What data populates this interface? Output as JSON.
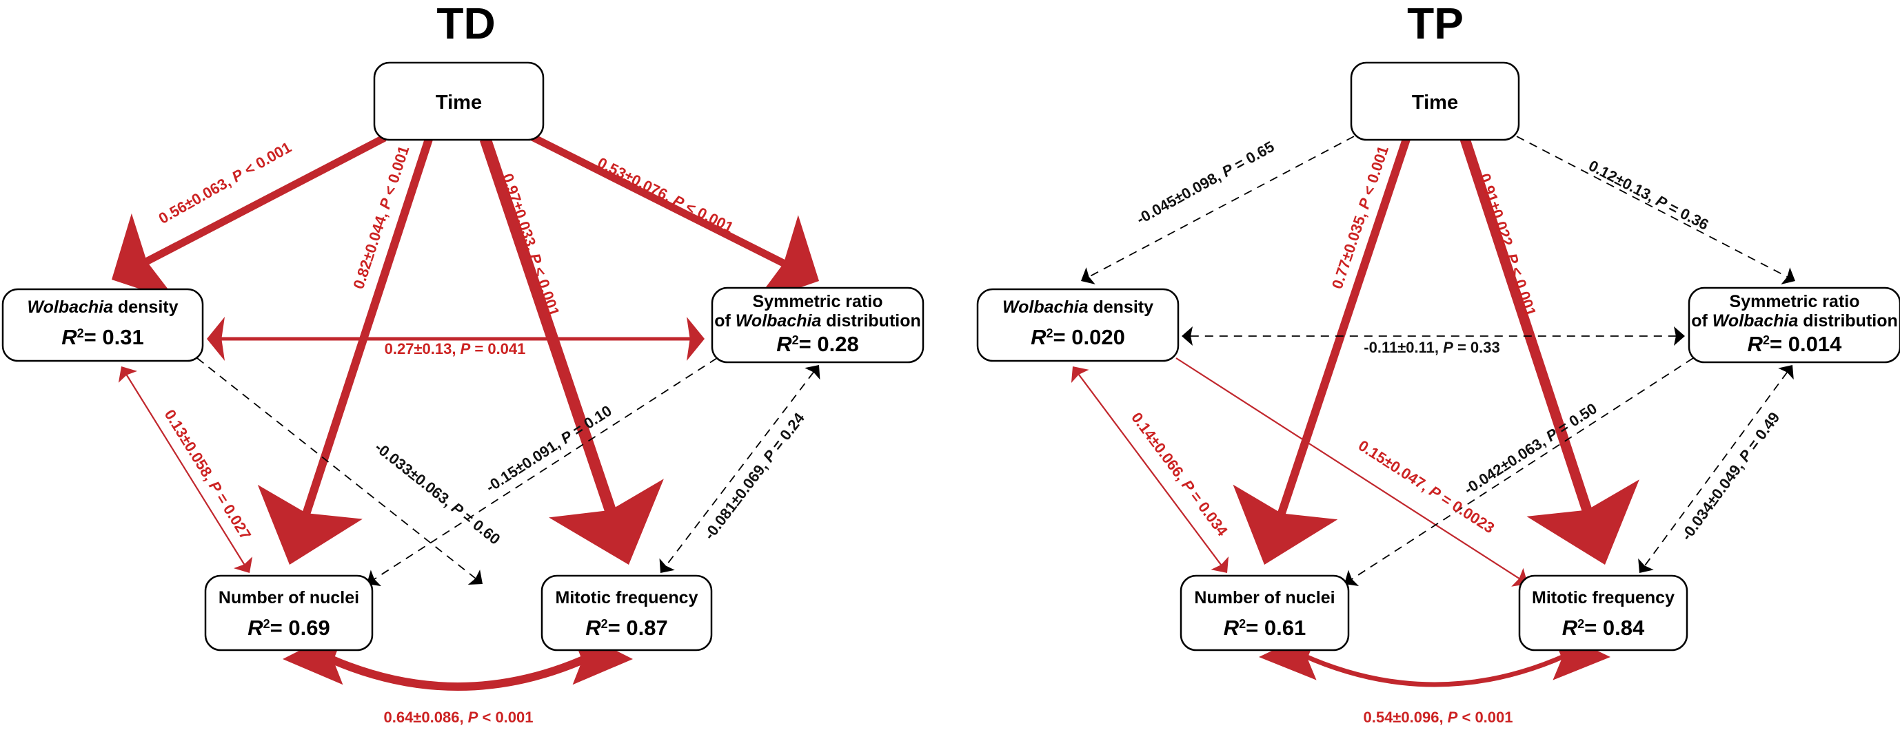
{
  "colors": {
    "significant_edge": "#c1272d",
    "significant_text": "#cc2222",
    "nonsignificant_edge": "#000000",
    "node_border": "#000000"
  },
  "panels": [
    {
      "title": "TD",
      "nodes": {
        "time": {
          "label": "Time"
        },
        "density": {
          "label_italic": "Wolbachia",
          "label_rest": " density",
          "r2": "0.31"
        },
        "symmetric": {
          "line1": "Symmetric ratio",
          "line2_pre": "of ",
          "line2_italic": "Wolbachia",
          "line2_post": " distribution",
          "r2": "0.28"
        },
        "nuclei": {
          "label": "Number of nuclei",
          "r2": "0.69"
        },
        "mitotic": {
          "label": "Mitotic frequency",
          "r2": "0.87"
        }
      },
      "edges": {
        "time_density": {
          "coef": "0.56±0.063",
          "p": "< 0.001",
          "significant": true
        },
        "time_nuclei": {
          "coef": "0.82±0.044",
          "p": "< 0.001",
          "significant": true
        },
        "time_mitotic": {
          "coef": "0.97±0.033",
          "p": "< 0.001",
          "significant": true
        },
        "time_symmetric": {
          "coef": "0.53±0.076",
          "p": "< 0.001",
          "significant": true
        },
        "density_symmetric": {
          "coef": "0.27±0.13",
          "p": "= 0.041",
          "significant": true
        },
        "density_nuclei": {
          "coef": "0.13±0.058",
          "p": "= 0.027",
          "significant": true
        },
        "density_mitotic": {
          "coef": "-0.033±0.063",
          "p": "= 0.60",
          "significant": false
        },
        "symmetric_nuclei": {
          "coef": "-0.15±0.091",
          "p": "= 0.10",
          "significant": false
        },
        "symmetric_mitotic": {
          "coef": "-0.081±0.069",
          "p": "= 0.24",
          "significant": false
        },
        "nuclei_mitotic": {
          "coef": "0.64±0.086",
          "p": "< 0.001",
          "significant": true
        }
      }
    },
    {
      "title": "TP",
      "nodes": {
        "time": {
          "label": "Time"
        },
        "density": {
          "label_italic": "Wolbachia",
          "label_rest": " density",
          "r2": "0.020"
        },
        "symmetric": {
          "line1": "Symmetric ratio",
          "line2_pre": "of ",
          "line2_italic": "Wolbachia",
          "line2_post": " distribution",
          "r2": "0.014"
        },
        "nuclei": {
          "label": "Number of nuclei",
          "r2": "0.61"
        },
        "mitotic": {
          "label": "Mitotic frequency",
          "r2": "0.84"
        }
      },
      "edges": {
        "time_density": {
          "coef": "-0.045±0.098",
          "p": "= 0.65",
          "significant": false
        },
        "time_nuclei": {
          "coef": "0.77±0.035",
          "p": "< 0.001",
          "significant": true
        },
        "time_mitotic": {
          "coef": "0.91±0.022",
          "p": "< 0.001",
          "significant": true
        },
        "time_symmetric": {
          "coef": "0.12±0.13",
          "p": "= 0.36",
          "significant": false
        },
        "density_symmetric": {
          "coef": "-0.11±0.11",
          "p": "= 0.33",
          "significant": false
        },
        "density_nuclei": {
          "coef": "0.14±0.066",
          "p": "= 0.034",
          "significant": true
        },
        "density_mitotic": {
          "coef": "0.15±0.047",
          "p": "= 0.0023",
          "significant": true
        },
        "symmetric_nuclei": {
          "coef": "-0.042±0.063",
          "p": "= 0.50",
          "significant": false
        },
        "symmetric_mitotic": {
          "coef": "-0.034±0.049",
          "p": "= 0.49",
          "significant": false
        },
        "nuclei_mitotic": {
          "coef": "0.54±0.096",
          "p": "< 0.001",
          "significant": true
        }
      }
    }
  ]
}
